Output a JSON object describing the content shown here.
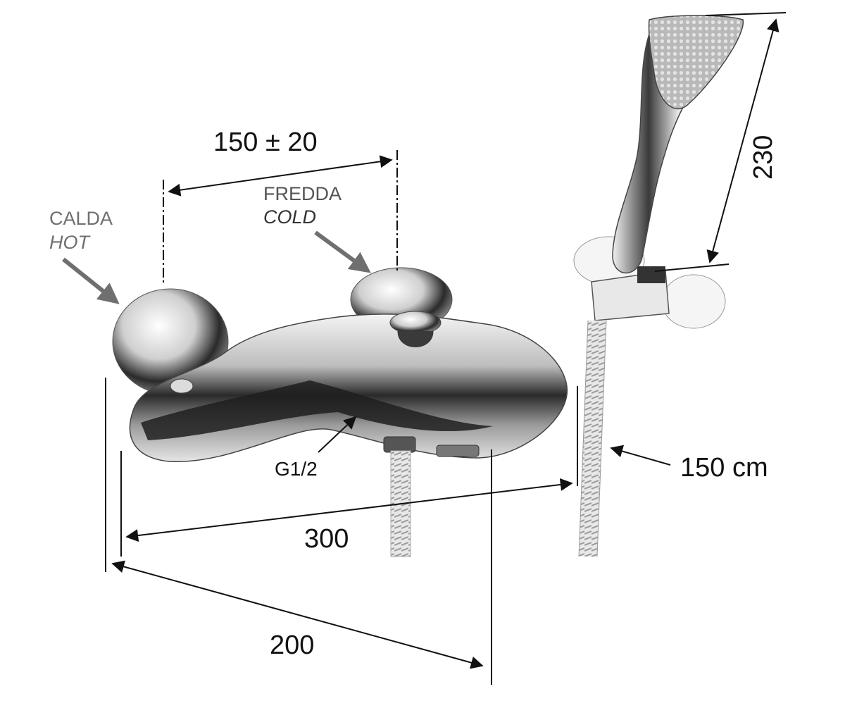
{
  "labels": {
    "dim_150_20": "150 ± 20",
    "calda": "CALDA",
    "hot": "HOT",
    "fredda": "FREDDA",
    "cold": "COLD",
    "g12": "G1/2",
    "dim_300": "300",
    "dim_200": "200",
    "dim_230": "230",
    "hose_length": "150 cm"
  },
  "colors": {
    "line": "#111111",
    "hot_cold_arrow": "#6f6f6f",
    "chrome_dark": "#2a2a2a",
    "chrome_mid": "#8a8a8a",
    "chrome_light": "#f2f2f2"
  }
}
